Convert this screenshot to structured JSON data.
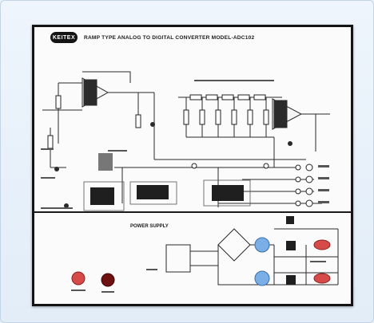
{
  "panel": {
    "logo_text": "KEITEX",
    "title": "RAMP TYPE ANALOG TO DIGITAL CONVERTER MODEL-ADC102",
    "power_supply_label": "POWER SUPPLY"
  },
  "colors": {
    "border": "#141414",
    "blue_component": "#79aee6",
    "red_component": "#d64a4a",
    "dark_red_led": "#6f1111"
  }
}
